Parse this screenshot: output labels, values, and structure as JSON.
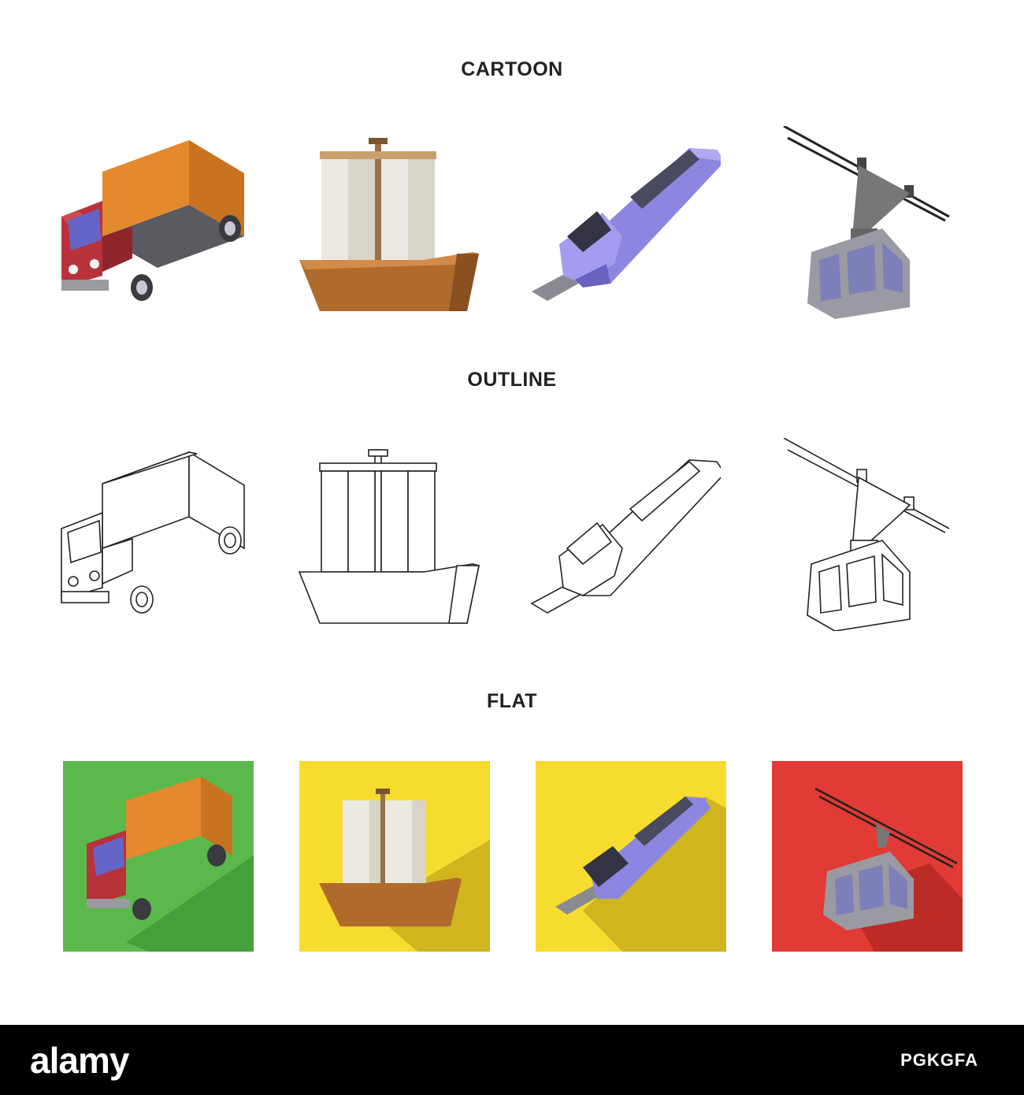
{
  "sections": {
    "cartoon": "CARTOON",
    "outline": "OUTLINE",
    "flat": "FLAT"
  },
  "icons": [
    {
      "name": "truck-icon",
      "body_color": "#b8323a",
      "cargo_color": "#e4892e"
    },
    {
      "name": "sailing-ship-icon",
      "hull_color": "#b06a2c",
      "sail_color": "#ece9e2"
    },
    {
      "name": "high-speed-train-icon",
      "body_color": "#8d86e0"
    },
    {
      "name": "cable-car-icon",
      "cabin_color": "#8f8f96",
      "window_color": "#7d7fb8"
    }
  ],
  "flat_tiles": [
    {
      "name": "truck-tile",
      "color": "#5bb94b"
    },
    {
      "name": "ship-tile",
      "color": "#f7dc2f"
    },
    {
      "name": "train-tile",
      "color": "#f7dc2f"
    },
    {
      "name": "cable-car-tile",
      "color": "#e23a34"
    }
  ],
  "footer": {
    "logo": "alamy",
    "image_id": "PGKGFA"
  }
}
